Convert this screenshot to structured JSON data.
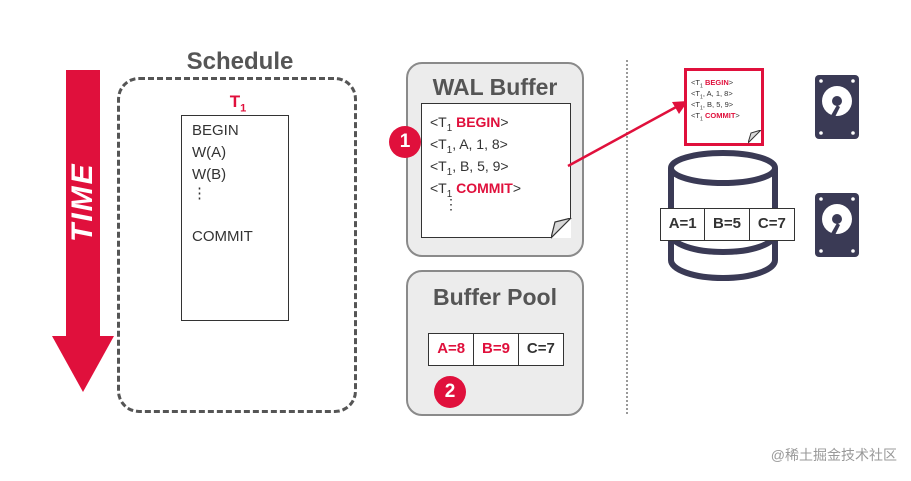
{
  "time_label": "TIME",
  "schedule": {
    "title": "Schedule",
    "txn": "T",
    "txn_sub": "1",
    "ops": [
      "BEGIN",
      "W(A)",
      "W(B)",
      "⋮",
      "COMMIT"
    ]
  },
  "wal_buffer": {
    "title": "WAL Buffer",
    "entries": [
      {
        "open": "<T",
        "sub": "1",
        "rest": " ",
        "keyword": "BEGIN",
        "close": ">"
      },
      {
        "open": "<T",
        "sub": "1",
        "rest": ", A, 1, 8>",
        "keyword": "",
        "close": ""
      },
      {
        "open": "<T",
        "sub": "1",
        "rest": ", B, 5, 9>",
        "keyword": "",
        "close": ""
      },
      {
        "open": "<T",
        "sub": "1",
        "rest": " ",
        "keyword": "COMMIT",
        "close": ">"
      }
    ],
    "ellipsis": "⋮",
    "step": "1"
  },
  "buffer_pool": {
    "title": "Buffer Pool",
    "cells": [
      "A=8",
      "B=9",
      "C=7"
    ],
    "step": "2"
  },
  "disk": {
    "log_page": [
      {
        "open": "<T",
        "sub": "1",
        "rest": " ",
        "keyword": "BEGIN",
        "close": ">"
      },
      {
        "open": "<T",
        "sub": "1",
        "rest": ", A, 1, 8>",
        "keyword": "",
        "close": ""
      },
      {
        "open": "<T",
        "sub": "1",
        "rest": ", B, 5, 9>",
        "keyword": "",
        "close": ""
      },
      {
        "open": "<T",
        "sub": "1",
        "rest": " ",
        "keyword": "COMMIT",
        "close": ">"
      }
    ],
    "db_cells": [
      "A=1",
      "B=5",
      "C=7"
    ]
  },
  "watermark": "@稀土掘金技术社区",
  "colors": {
    "accent": "#e0103c",
    "dark": "#3a3a55",
    "panel_bg": "#ececec"
  }
}
